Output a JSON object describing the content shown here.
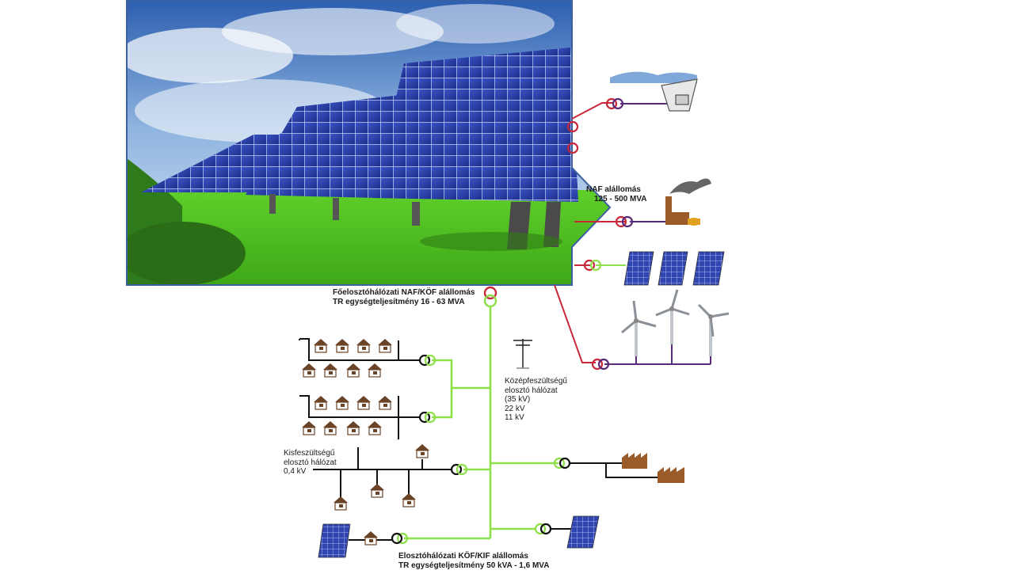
{
  "labels": {
    "naf_substation": {
      "line1": "NAF alállomás",
      "line2": "125 - 500 MVA"
    },
    "main_substation": {
      "line1": "Főelosztóhálózati NAF/KÖF alállomás",
      "line2": "TR egységteljesítmény 16 - 63 MVA"
    },
    "medium_voltage": {
      "line1": "Középfeszültségű",
      "line2": "elosztó hálózat",
      "line3": "(35 kV)",
      "line4": "22 kV",
      "line5": "11 kV"
    },
    "low_voltage": {
      "line1": "Kisfeszültségű",
      "line2": "elosztó hálózat",
      "line3": "0,4 kV"
    },
    "distribution_substation": {
      "line1": "Elosztóhálózati KÖF/KIF alállomás",
      "line2": "TR egységteljesítmény 50 kVA - 1,6 MVA"
    }
  },
  "colors": {
    "hv_line": "#c8283a",
    "mv_line": "#8ee04a",
    "ehv_line": "#5a2a7a",
    "lv_line": "#111111",
    "house": "#6b4428",
    "factory": "#9a5a2a",
    "panel": "#2b3fa0"
  }
}
